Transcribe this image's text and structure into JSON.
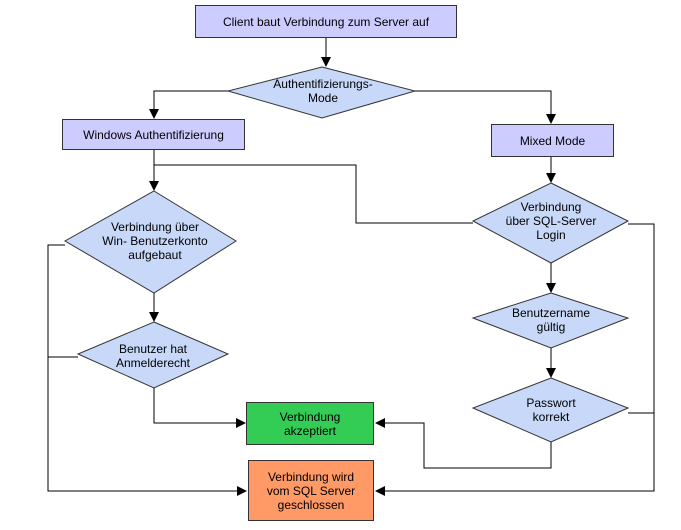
{
  "colors": {
    "process_fill": "#ccccff",
    "decision_fill": "#c8d8f8",
    "accepted_fill": "#33cc55",
    "closed_fill": "#ff9966",
    "line": "#000000"
  },
  "nodes": {
    "client_connect": "Client baut Verbindung zum Server auf",
    "auth_mode": "Authentifizierungs-\nMode",
    "windows_auth": "Windows Authentifizierung",
    "mixed_mode": "Mixed Mode",
    "win_account": "Verbindung über\nWin- Benutzerkonto\naufgebaut",
    "sql_login": "Verbindung\nüber SQL-Server\nLogin",
    "logon_right": "Benutzer hat\nAnmelderecht",
    "username_valid": "Benutzername\ngültig",
    "password_correct": "Passwort\nkorrekt",
    "accepted": "Verbindung\nakzeptiert",
    "closed": "Verbindung wird\nvom SQL Server\ngeschlossen"
  }
}
